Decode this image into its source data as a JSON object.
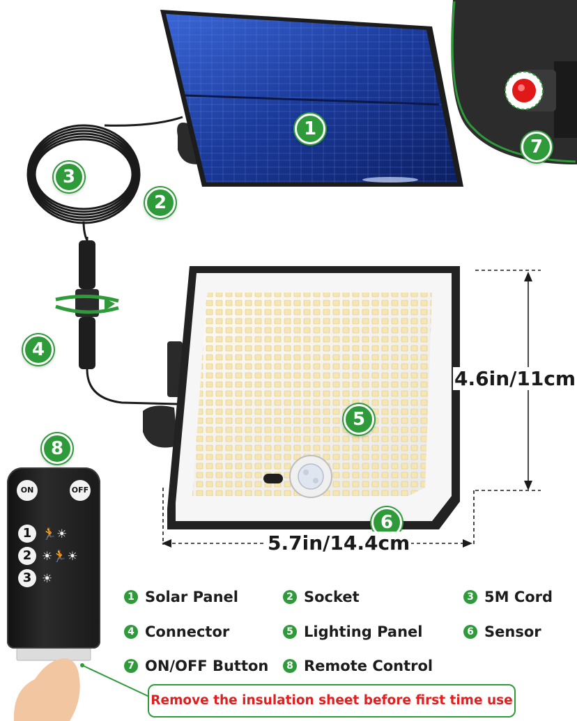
{
  "badges": {
    "b1": "1",
    "b2": "2",
    "b3": "3",
    "b4": "4",
    "b5": "5",
    "b6": "6",
    "b7": "7",
    "b8": "8"
  },
  "dimensions": {
    "height": "4.6in/11cm",
    "width": "5.7in/14.4cm"
  },
  "remote": {
    "on": "ON",
    "off": "OFF",
    "mode1": "1",
    "mode2": "2",
    "mode3": "3",
    "mode1_icons": "🏃☀",
    "mode2_icons": "☀🏃☀",
    "mode3_icons": "☀"
  },
  "legend": [
    {
      "num": "1",
      "label": "Solar Panel"
    },
    {
      "num": "2",
      "label": "Socket"
    },
    {
      "num": "3",
      "label": "5M Cord"
    },
    {
      "num": "4",
      "label": "Connector"
    },
    {
      "num": "5",
      "label": "Lighting Panel"
    },
    {
      "num": "6",
      "label": "Sensor"
    },
    {
      "num": "7",
      "label": "ON/OFF Button"
    },
    {
      "num": "8",
      "label": "Remote Control"
    }
  ],
  "warning": "Remove the insulation sheet before first time use",
  "colors": {
    "accent": "#2e9a3a",
    "warning": "#e02020",
    "panel_blue": "#1f3f9e"
  }
}
